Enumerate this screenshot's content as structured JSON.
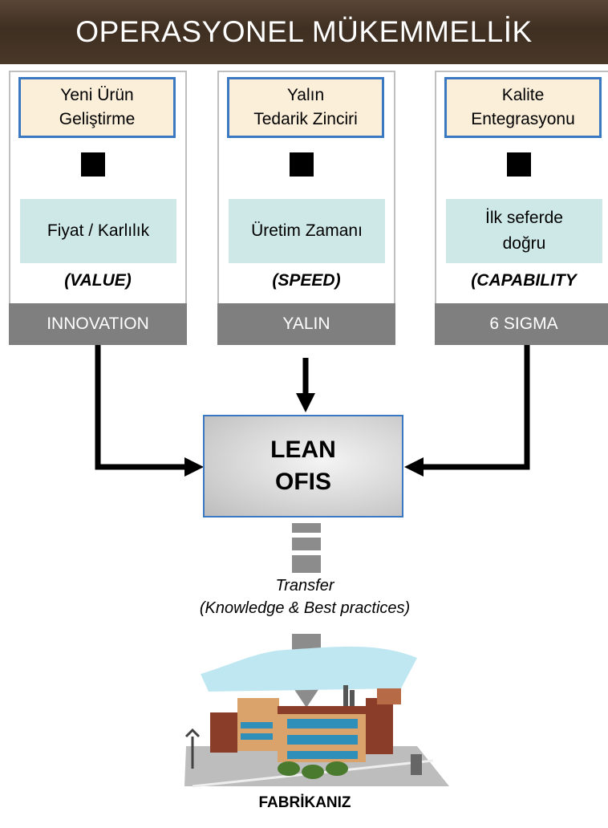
{
  "banner": {
    "title": "OPERASYONEL MÜKEMMELLİK"
  },
  "columns": [
    {
      "top": "Yeni Ürün\nGeliştirme",
      "metric": "Fiyat / Karlılık",
      "tag": "(VALUE)",
      "footer": "INNOVATION"
    },
    {
      "top": "Yalın\nTedarik Zinciri",
      "metric": "Üretim Zamanı",
      "tag": "(SPEED)",
      "footer": "YALIN"
    },
    {
      "top": "Kalite\nEntegrasyonu",
      "metric": "İlk seferde\ndoğru",
      "tag": "(CAPABILITY",
      "footer": "6 SIGMA"
    }
  ],
  "center": {
    "label": "LEAN\nOFIS"
  },
  "transfer": {
    "line1": "Transfer",
    "line2": "(Knowledge & Best practices)"
  },
  "factory": {
    "label": "FABRİKANIZ"
  },
  "colors": {
    "banner": "#4a3828",
    "topbox_border": "#3a78c2",
    "topbox_fill": "#fbefd9",
    "metric_fill": "#cde8e7",
    "footer": "#7f7f7f"
  }
}
